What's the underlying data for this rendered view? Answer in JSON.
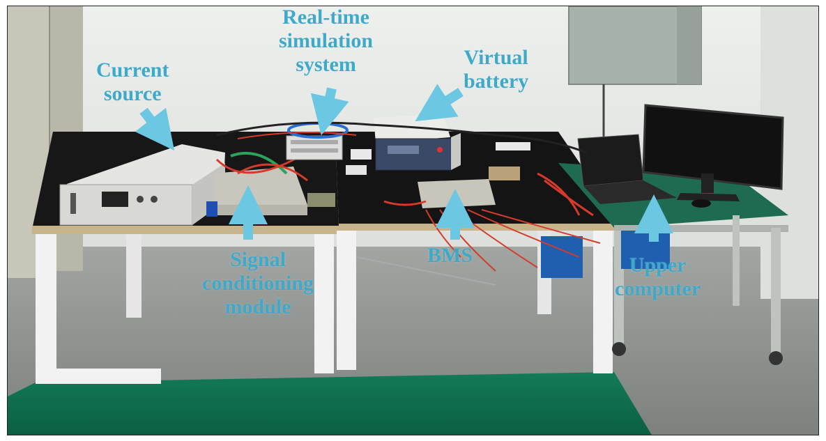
{
  "labels": {
    "current_source": [
      "Current",
      "source"
    ],
    "realtime_sim": [
      "Real-time",
      "simulation",
      "system"
    ],
    "virtual_battery": [
      "Virtual",
      "battery"
    ],
    "signal_conditioning": [
      "Signal",
      "conditioning",
      "module"
    ],
    "bms": [
      "BMS"
    ],
    "upper_computer": [
      "Upper",
      "computer"
    ]
  },
  "colors": {
    "label": "#3fa9c9",
    "arrow": "#6cc7e3",
    "wall": "#e9ebe8",
    "floor": "#8a8f8c",
    "tabletop": "#1a1a1a",
    "green_table": "#1f6b52",
    "mat": "#0d6b4d"
  }
}
